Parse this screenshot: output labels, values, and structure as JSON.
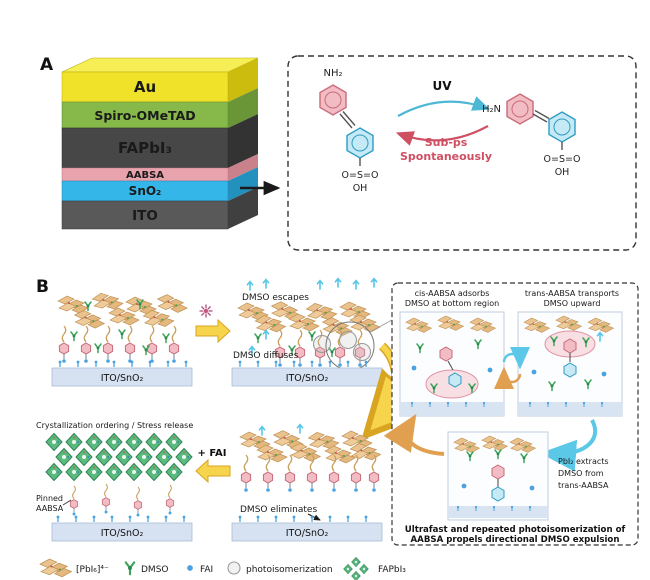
{
  "figure": {
    "panel_a_label": "A",
    "panel_b_label": "B"
  },
  "device_stack": {
    "layers": [
      {
        "label": "Au",
        "color": "#f0e229"
      },
      {
        "label": "Spiro-OMeTAD",
        "color": "#86b84a"
      },
      {
        "label": "FAPbI₃",
        "color": "#474747"
      },
      {
        "label": "AABSA",
        "color": "#e9a3ad"
      },
      {
        "label": "SnO₂",
        "color": "#35b6e8"
      },
      {
        "label": "ITO",
        "color": "#595959"
      }
    ]
  },
  "reaction_scheme": {
    "left_amine": "NH₂",
    "left_sulfo": "O=S=O",
    "left_oh": "OH",
    "uv_label": "UV",
    "sub_ps_label": "Sub-ps",
    "spontaneously_label": "Spontaneously",
    "right_amine": "H₂N",
    "right_sulfo": "O=S=O",
    "right_oh": "OH",
    "uv_arrow_color": "#4db8d6",
    "reverse_arrow_color": "#cf4f63"
  },
  "process": {
    "scene_initial": {
      "substrate_label": "ITO/SnO₂"
    },
    "scene_uv": {
      "dmso_escapes": "DMSO escapes",
      "dmso_diffuses": "DMSO diffuses",
      "substrate_label": "ITO/SnO₂"
    },
    "scene_eliminated": {
      "dmso_eliminates": "DMSO eliminates",
      "substrate_label": "ITO/SnO₂"
    },
    "scene_crystallized": {
      "title": "Crystallization ordering / Stress release",
      "pinned_line1": "Pinned",
      "pinned_line2": "AABSA",
      "substrate_label": "ITO/SnO₂"
    },
    "fai_arrow_label": "+ FAI"
  },
  "inset": {
    "cis_caption_line1": "cis-AABSA adsorbs",
    "cis_caption_line2": "DMSO at bottom region",
    "trans_caption_line1": "trans-AABSA transports",
    "trans_caption_line2": "DMSO upward",
    "extract_caption_line1": "PbI₂ extracts",
    "extract_caption_line2": "DMSO from",
    "extract_caption_line3": "trans-AABSA",
    "summary_line1": "Ultrafast and repeated photoisomerization of",
    "summary_line2": "AABSA propels directional DMSO expulsion"
  },
  "legend": {
    "pbi6_label": "[PbI₆]⁴⁻",
    "dmso_label": "DMSO",
    "fai_label": "FAI",
    "photoiso_label": "photoisomerization",
    "fapbi3_label": "FAPbI₃"
  }
}
